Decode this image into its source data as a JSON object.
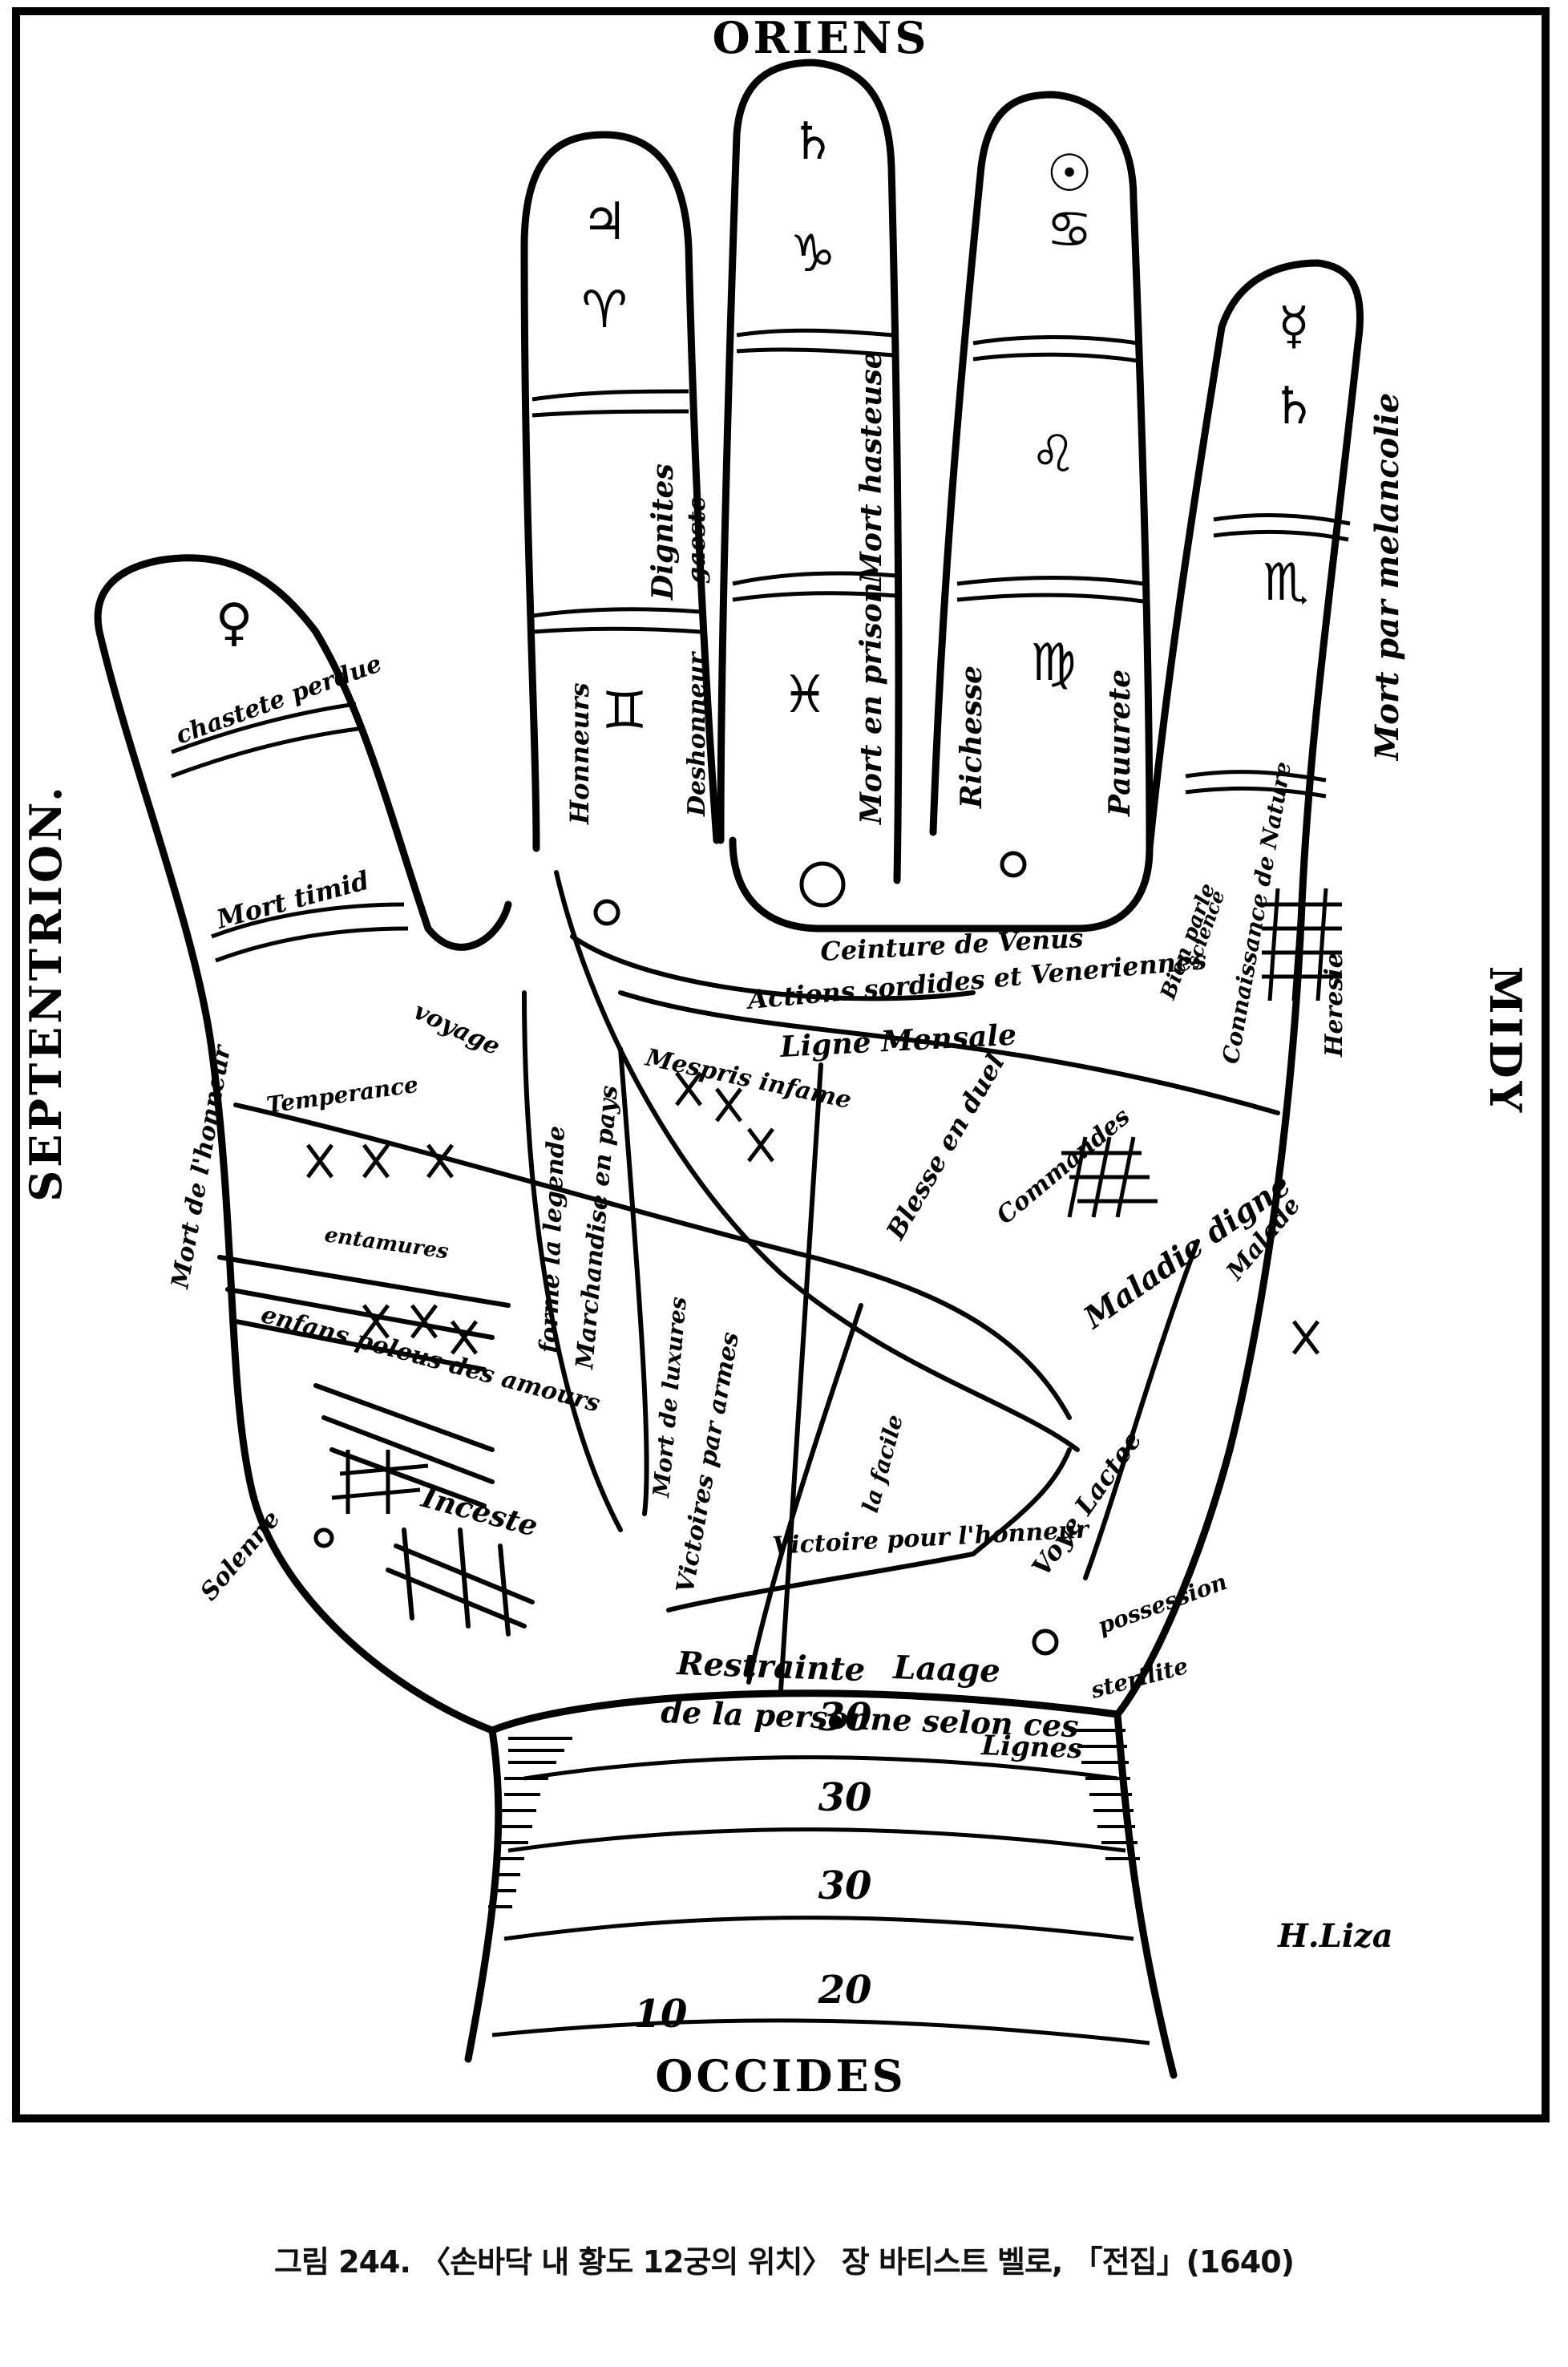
{
  "directions": {
    "top": "ORIENS",
    "left": "SEPTENTRION.",
    "right": "MIDY",
    "bottom": "OCCIDES"
  },
  "finger_symbols": {
    "index": [
      "♃",
      "♈"
    ],
    "middle": [
      "♄",
      "♑"
    ],
    "ring": [
      "☉",
      "♋"
    ],
    "little": [
      "☿",
      "♄"
    ],
    "thumb": [
      "♀"
    ],
    "mid_index": [
      "♊"
    ],
    "mid_middle": [
      "♓"
    ],
    "mid_ring": [
      "♌",
      "♍"
    ],
    "mid_little": [
      "♏"
    ]
  },
  "labels": {
    "chastete_perdue": "chastete perdue",
    "mort_timid": "Mort timid",
    "dignites": "Dignites",
    "gaeste": "gaeste",
    "honneurs": "Honneurs",
    "deshonneur": "Deshonneur",
    "mort_hasteuse": "Mort hasteuse",
    "mort_en_prison": "Mort en prison",
    "richesse": "Richesse",
    "pauurete": "Pauurete",
    "mort_par_melancolie": "Mort par melancolie",
    "ceinture_de_venus": "Ceinture de Venus",
    "actions_sordides": "Actions sordides et Veneriennes",
    "ligne_mensale": "Ligne Mensale",
    "mespris_infame": "Mespris infame",
    "bien_parle": "Bien parle",
    "science": "science",
    "connaissance_de_nature": "Connaissance de Nature",
    "heresie": "Heresie",
    "blesse_en_duel": "Blesse en duel",
    "commandes": "Commandes",
    "maladie_digne": "Maladie digne",
    "malade": "Malade",
    "temperance": "Temperance",
    "voyage": "voyage",
    "mort_de_l_honneur": "Mort de l'honneur",
    "forme_la_legende": "forme la legende",
    "marchandise_en_pays": "Marchandise en pays",
    "victoires_par_armes": "Victoires par armes",
    "mort_de_luxures": "Mort de luxures",
    "la_facile": "la facile",
    "entamures": "entamures",
    "enfans_poleus_des_amours": "enfans poleus des amours",
    "inceste": "Inceste",
    "solenne": "Solenne",
    "victoire_pour_l_honneur": "Victoire pour l'honneur",
    "voye_lactee": "Voye Lactee",
    "possession": "possession",
    "sterilite": "sterilite",
    "restrainte": "Restrainte",
    "laage": "Laage",
    "de_la_personne": "de la personne selon ces",
    "lignes": "Lignes",
    "signature": "H.Liza"
  },
  "wrist_numbers": [
    "30",
    "30",
    "30",
    "20"
  ],
  "wrist_side": "10",
  "caption": "그림 244. 〈손바닥 내 황도 12궁의 위치〉 장 바티스트 벨로, 「전집」(1640)"
}
